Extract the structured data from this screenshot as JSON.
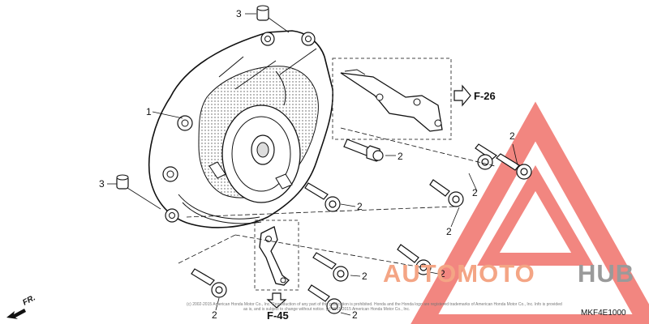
{
  "diagram": {
    "callouts": {
      "cover": "1",
      "bolt": "2",
      "dowel": "3"
    },
    "references": {
      "upper_right": "F-26",
      "bottom": "F-45"
    },
    "direction_label": "FR.",
    "diagram_code": "MKF4E1000",
    "copyright_line_1": "(c) 2002-2015 American Honda Motor Co., Inc. Reproduction of any part of this publication is prohibited. Honda and the Honda logo are registered trademarks of American Honda Motor Co., Inc. Info is provided",
    "copyright_line_2": "as is, and is subject to change without notice. (c) 2001-2015 American Honda Motor Co., Inc."
  },
  "watermark": {
    "part1": "AUTOMOTO",
    "part2": "HUB",
    "colors": {
      "triangle": "#f0716a",
      "text_warm": "#f4a585",
      "text_grey": "#9a9a9a"
    }
  }
}
